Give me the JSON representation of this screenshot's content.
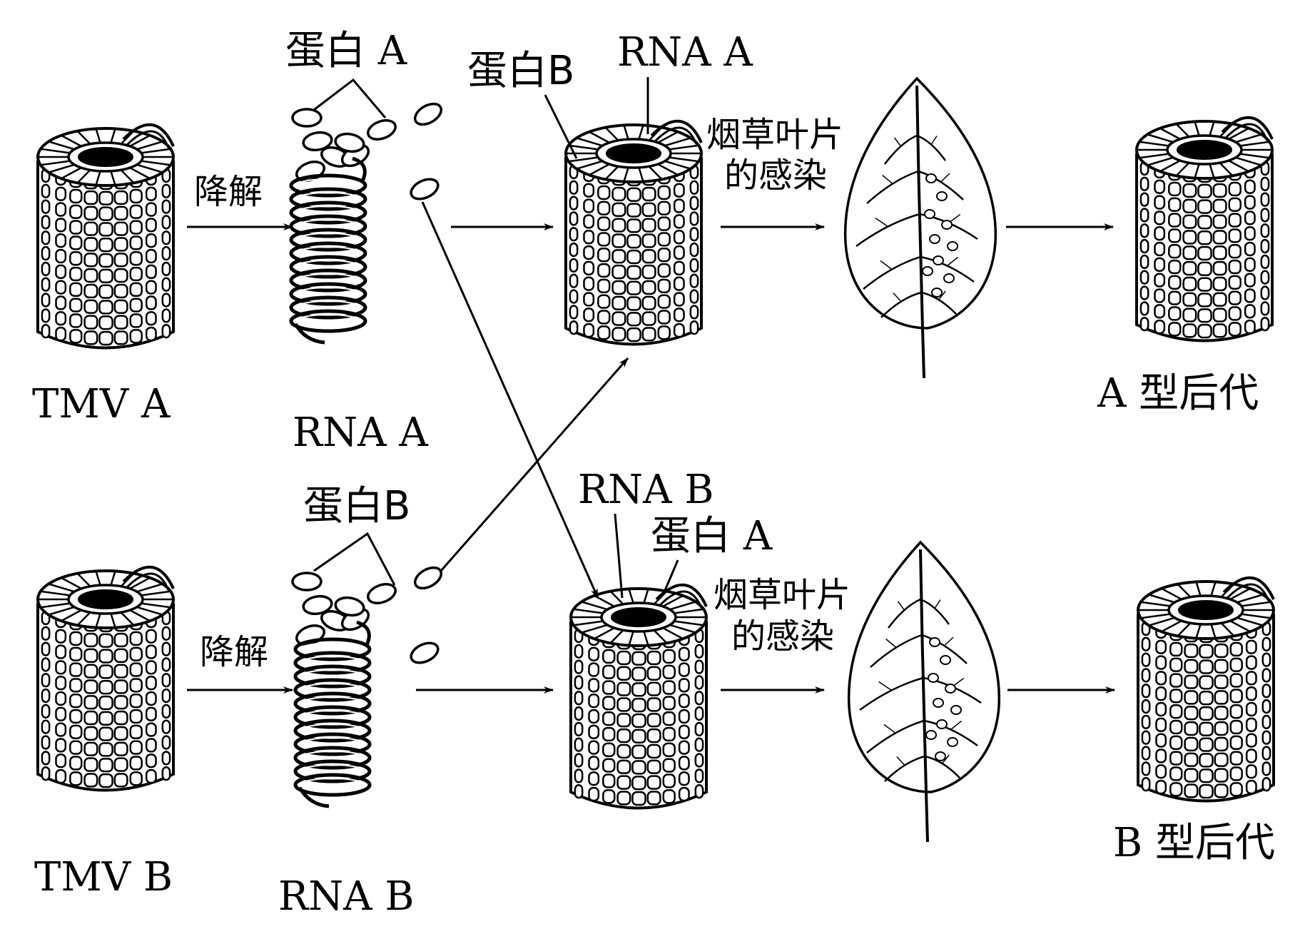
{
  "labels": {
    "tmv_a": "TMV A",
    "tmv_b": "TMV B",
    "rna_a": "RNA A",
    "rna_b": "RNA B",
    "protein_a": "蛋白 A",
    "protein_b": "蛋白B",
    "degrade": "降解",
    "infect_line1": "烟草叶片",
    "infect_line2": "的感染",
    "offspring_a": "A 型后代",
    "offspring_b": "B 型后代"
  },
  "colors": {
    "ink": "#000000",
    "background": "#ffffff"
  }
}
